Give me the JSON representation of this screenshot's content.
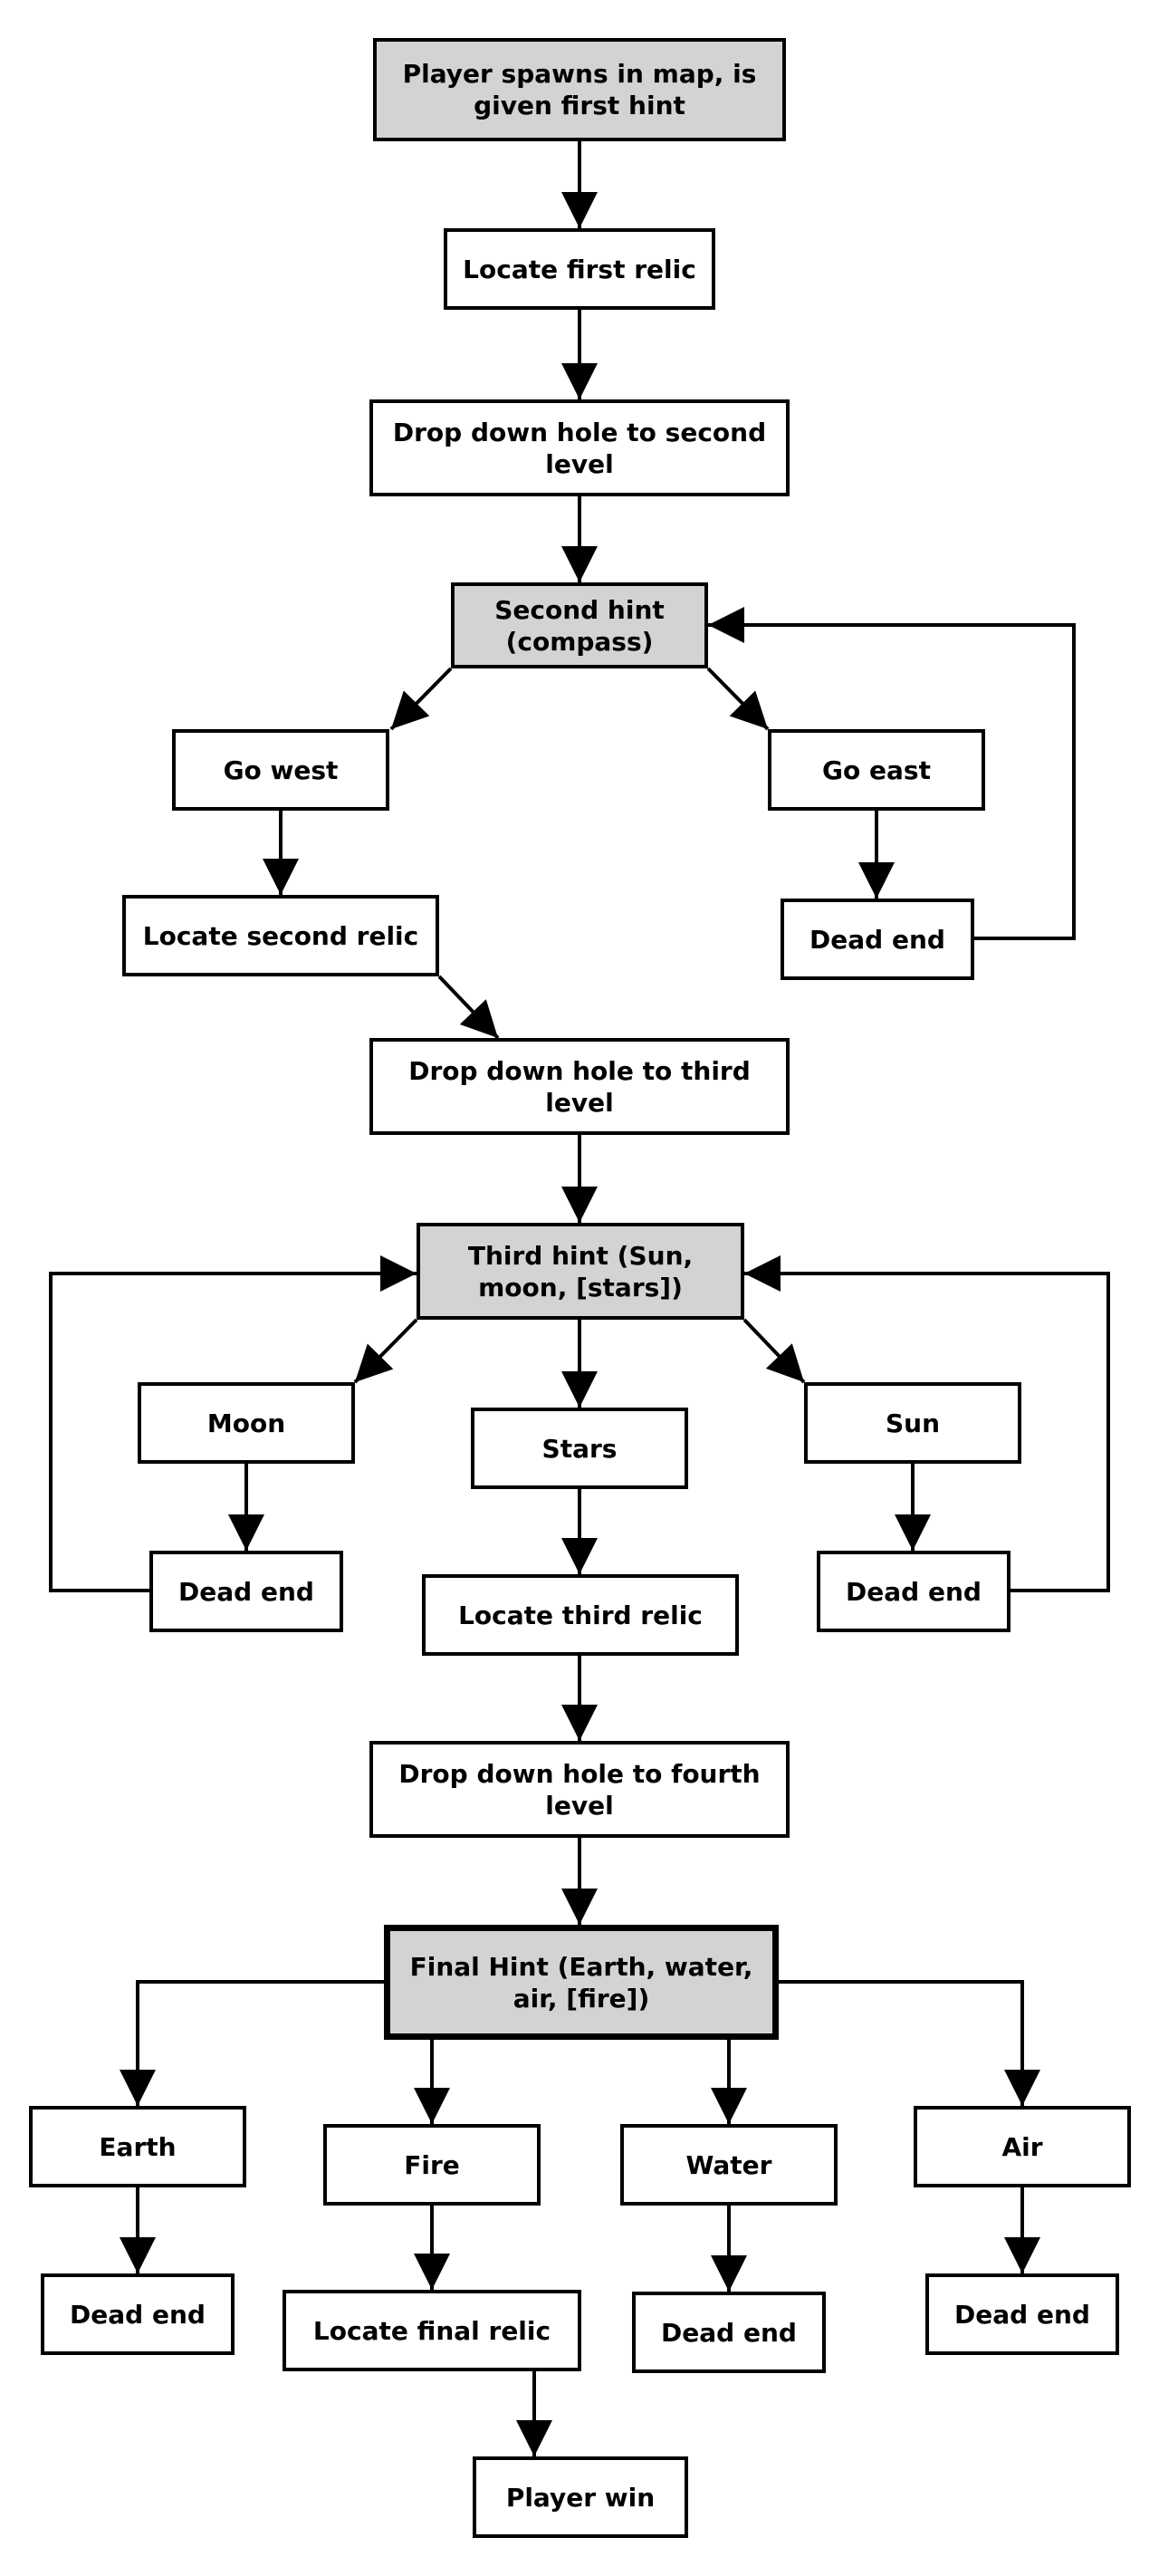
{
  "diagram": {
    "colors": {
      "hint_fill": "#d3d3d3",
      "box_fill": "#ffffff",
      "stroke": "#000000"
    },
    "nodes": {
      "start": "Player spawns in map, is given first hint",
      "relic1": "Locate first relic",
      "drop2": "Drop down hole to second level",
      "hint2": "Second hint (compass)",
      "west": "Go west",
      "east": "Go east",
      "relic2": "Locate second relic",
      "dead_east": "Dead end",
      "drop3": "Drop down hole to third level",
      "hint3": "Third hint (Sun, moon, [stars])",
      "moon": "Moon",
      "stars": "Stars",
      "sun": "Sun",
      "dead_moon": "Dead end",
      "relic3": "Locate third relic",
      "dead_sun": "Dead end",
      "drop4": "Drop down hole to fourth level",
      "final_hint": "Final Hint (Earth, water, air, [fire])",
      "earth": "Earth",
      "fire": "Fire",
      "water": "Water",
      "air": "Air",
      "dead_earth": "Dead end",
      "relic_final": "Locate final relic",
      "dead_water": "Dead end",
      "dead_air": "Dead end",
      "win": "Player win"
    }
  }
}
